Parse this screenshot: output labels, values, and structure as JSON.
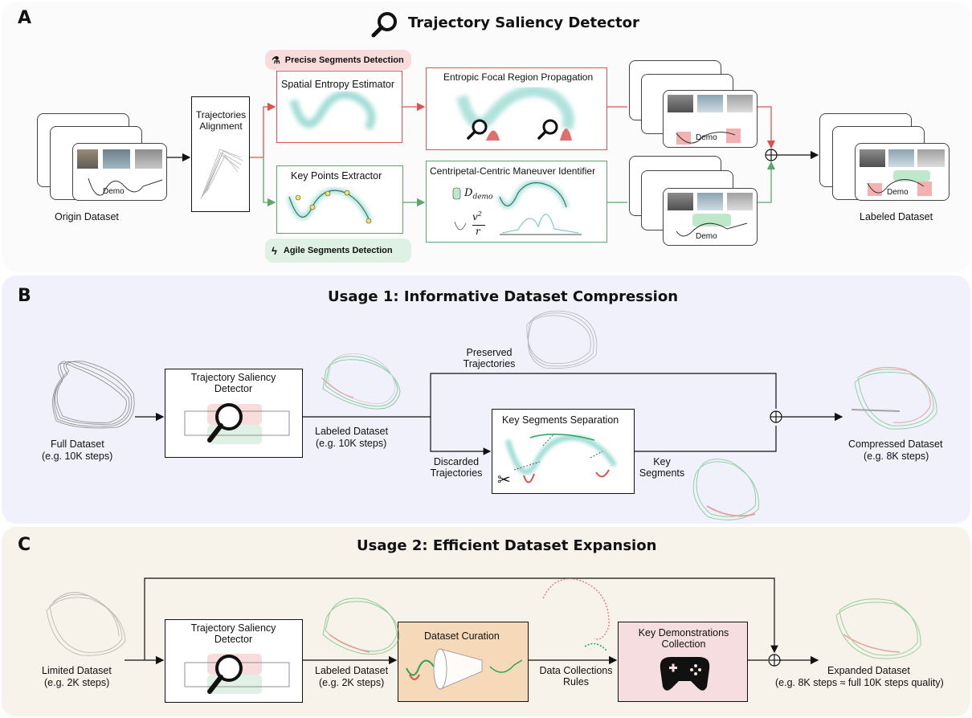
{
  "panelA": {
    "letter": "A",
    "title": "Trajectory Saliency Detector",
    "origin_label": "Origin Dataset",
    "labeled_label": "Labeled Dataset",
    "alignment_label": "Trajectories Alignment",
    "precise_badge": "Precise Segments Detection",
    "agile_badge": "Agile Segments Detection",
    "spatial_entropy": "Spatial Entropy Estimator",
    "entropic_propagation": "Entropic Focal Region Propagation",
    "key_points": "Key Points Extractor",
    "centripetal": "Centripetal-Centric Maneuver Identifier",
    "d_demo": "D",
    "d_demo_sub": "demo",
    "v2": "v",
    "v2_sup": "2",
    "r": "r",
    "demo": "Demo"
  },
  "panelB": {
    "letter": "B",
    "title": "Usage 1: Informative Dataset Compression",
    "full_dataset": "Full Dataset",
    "full_dataset_sub": "(e.g. 10K steps)",
    "detector": "Trajectory Saliency Detector",
    "labeled": "Labeled Dataset",
    "labeled_sub": "(e.g. 10K steps)",
    "preserved": "Preserved Trajectories",
    "discarded": "Discarded Trajectories",
    "key_sep": "Key Segments Separation",
    "key_segments": "Key Segments",
    "compressed": "Compressed Dataset",
    "compressed_sub": "(e.g. 8K steps)"
  },
  "panelC": {
    "letter": "C",
    "title": "Usage 2: Efficient Dataset Expansion",
    "limited": "Limited Dataset",
    "limited_sub": "(e.g. 2K steps)",
    "detector": "Trajectory Saliency Detector",
    "labeled": "Labeled Dataset",
    "labeled_sub": "(e.g. 2K steps)",
    "curation": "Dataset Curation",
    "rules": "Data Collections Rules",
    "key_demos": "Key Demonstrations Collection",
    "expanded": "Expanded Dataset",
    "expanded_sub": "(e.g. 8K steps ≈ full 10K steps quality)"
  },
  "colors": {
    "red": "#d9534f",
    "green": "#5aa86b",
    "teal": "#7ccfc4",
    "panelB_bg": "#f1f1fb",
    "panelC_bg": "#f7f2ea",
    "curation_bg": "#f6d9b8",
    "keydemo_bg": "#f5dde0",
    "precise_bg": "#f8dcdc",
    "agile_bg": "#dff1e4"
  }
}
